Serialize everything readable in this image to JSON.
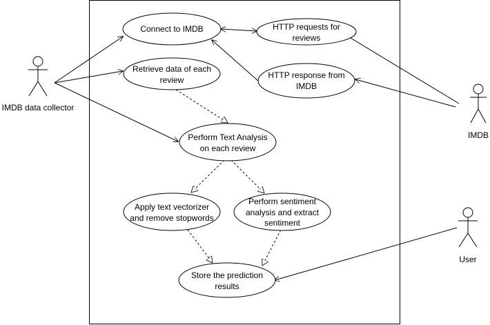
{
  "actors": {
    "collector": "IMDB data collector",
    "imdb": "IMDB",
    "user": "User"
  },
  "use_cases": {
    "connect": [
      "Connect to IMDB"
    ],
    "http_requests": [
      "HTTP requests for",
      "reviews"
    ],
    "http_response": [
      "HTTP response from",
      "IMDB"
    ],
    "retrieve": [
      "Retrieve data of each",
      "review"
    ],
    "text_analysis": [
      "Perform Text Analysis",
      "on each review"
    ],
    "vectorizer": [
      "Apply text vectorizer",
      "and remove stopwords"
    ],
    "sentiment": [
      "Perform sentiment",
      "analysis and extract",
      "sentiment"
    ],
    "store": [
      "Store the prediction",
      "results"
    ]
  }
}
